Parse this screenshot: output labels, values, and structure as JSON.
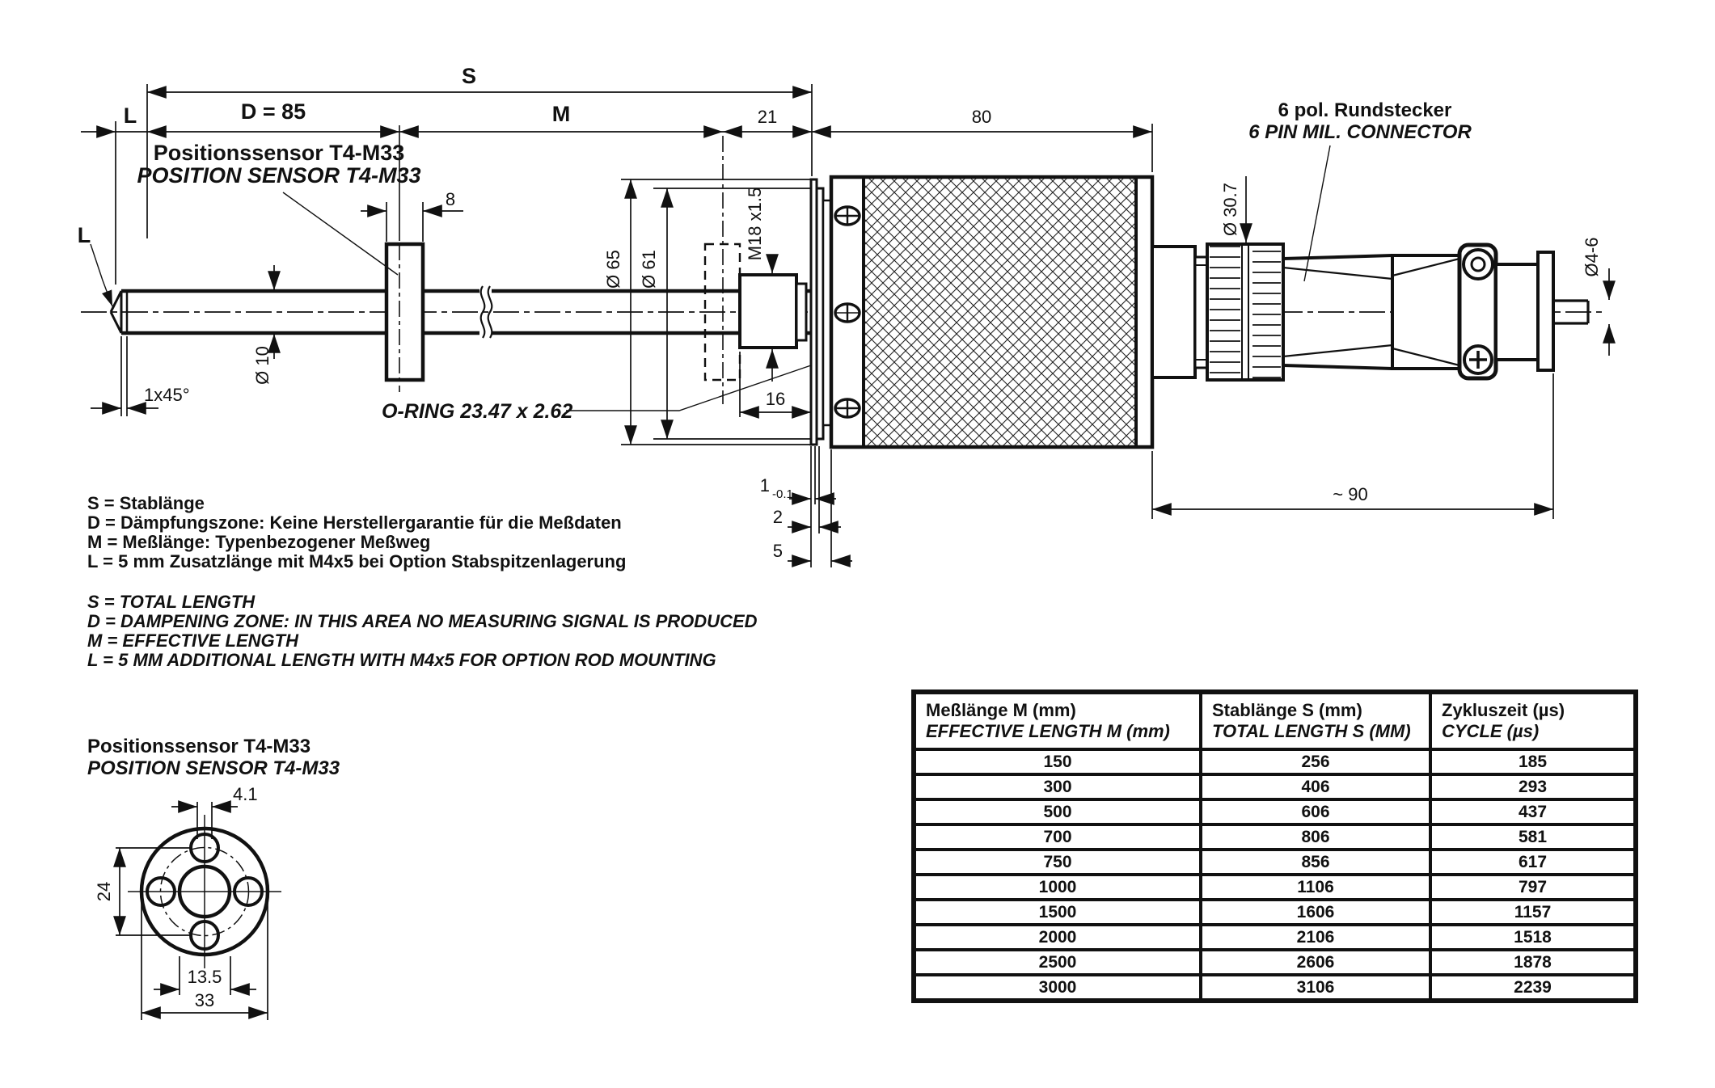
{
  "drawing": {
    "title_line1": "Positionssensor T4-M33",
    "title_line2": "POSITION SENSOR T4-M33",
    "connector_line1": "6 pol. Rundstecker",
    "connector_line2": "6 PIN MIL. CONNECTOR",
    "oring_label": "O-RING 23.47 x 2.62",
    "dims": {
      "S": "S",
      "L_top": "L",
      "L_leader": "L",
      "D85": "D = 85",
      "M": "M",
      "n21": "21",
      "n80": "80",
      "n8": "8",
      "rod_dia": "Ø 10",
      "chamfer": "1x45°",
      "flange_od": "Ø 65",
      "pilot_dia": "Ø 61",
      "thread": "M18 x1.5",
      "n16": "16",
      "t1": "1",
      "t1_tol": "-0.1",
      "t2": "2",
      "t5": "5",
      "approx90": "~ 90",
      "knurl_dia": "Ø 30.7",
      "cable_dia": "Ø4-6"
    }
  },
  "legend": {
    "de": [
      "S = Stablänge",
      "D = Dämpfungszone: Keine Herstellergarantie für die Meßdaten",
      "M = Meßlänge: Typenbezogener Meßweg",
      "L = 5 mm Zusatzlänge mit M4x5 bei Option Stabspitzenlagerung"
    ],
    "en": [
      "S = TOTAL LENGTH",
      "D = DAMPENING ZONE: IN THIS AREA NO MEASURING SIGNAL IS PRODUCED",
      "M = EFFECTIVE LENGTH",
      "L = 5 MM ADDITIONAL LENGTH WITH M4x5 FOR OPTION ROD MOUNTING"
    ]
  },
  "flange_view": {
    "title_line1": "Positionssensor T4-M33",
    "title_line2": "POSITION SENSOR T4-M33",
    "dims": {
      "hole": "4.1",
      "height": "24",
      "bore": "13.5",
      "od": "33"
    }
  },
  "table": {
    "headers": [
      {
        "de": "Meßlänge M (mm)",
        "en": "EFFECTIVE LENGTH M (mm)"
      },
      {
        "de": "Stablänge S (mm)",
        "en": "TOTAL LENGTH S (MM)"
      },
      {
        "de": "Zykluszeit (µs)",
        "en": "CYCLE (µs)"
      }
    ],
    "rows": [
      [
        "150",
        "256",
        "185"
      ],
      [
        "300",
        "406",
        "293"
      ],
      [
        "500",
        "606",
        "437"
      ],
      [
        "700",
        "806",
        "581"
      ],
      [
        "750",
        "856",
        "617"
      ],
      [
        "1000",
        "1106",
        "797"
      ],
      [
        "1500",
        "1606",
        "1157"
      ],
      [
        "2000",
        "2106",
        "1518"
      ],
      [
        "2500",
        "2606",
        "1878"
      ],
      [
        "3000",
        "3106",
        "2239"
      ]
    ]
  }
}
